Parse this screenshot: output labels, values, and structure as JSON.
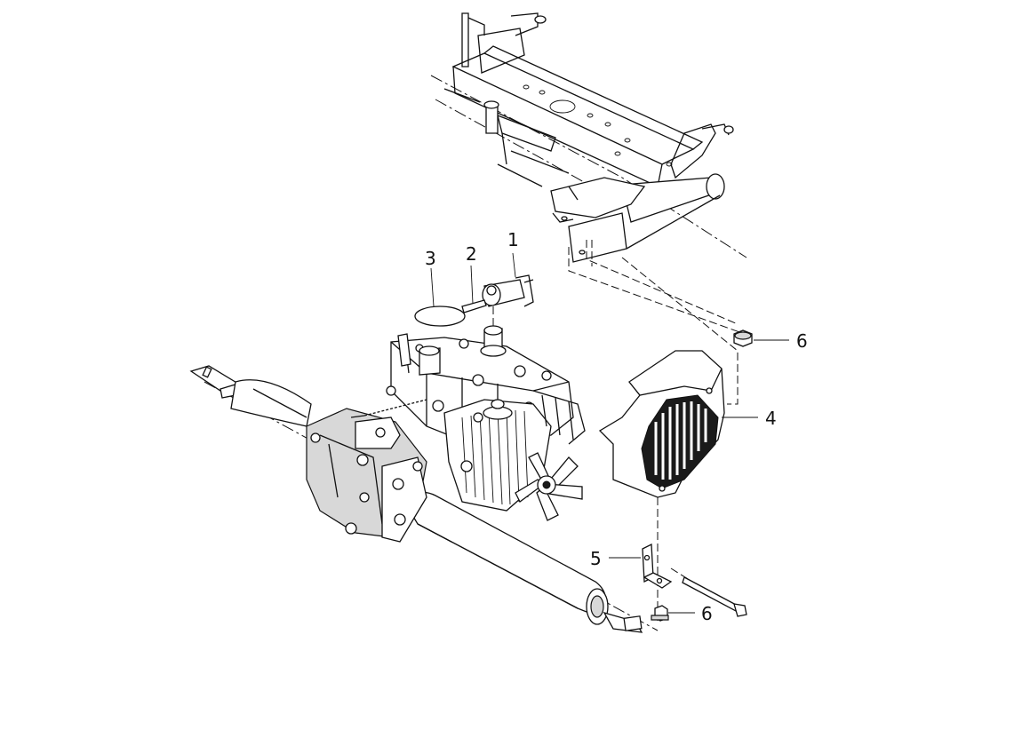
{
  "callouts": [
    {
      "id": "1",
      "label": "1"
    },
    {
      "id": "2",
      "label": "2"
    },
    {
      "id": "3",
      "label": "3"
    },
    {
      "id": "4",
      "label": "4"
    },
    {
      "id": "5",
      "label": "5"
    },
    {
      "id": "6a",
      "label": "6"
    },
    {
      "id": "6b",
      "label": "6"
    }
  ],
  "colors": {
    "line": "#111111",
    "background": "#ffffff",
    "shade": "#d8d8d8"
  }
}
